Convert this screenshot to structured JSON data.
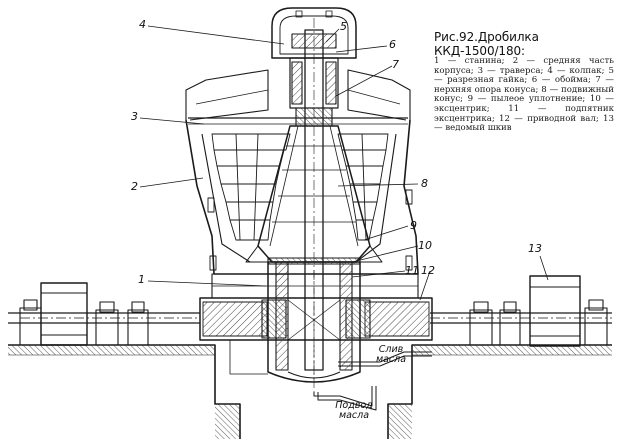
{
  "caption": {
    "title": "Рис.92.Дробилка ККД-1500/180:",
    "legend": "1 — станина; 2 — средняя часть корпуса; 3 — траверса; 4 — колпак; 5 — разрезная гайка; 6 — обойма; 7 — нерхняя опора конуса; 8 — подвижный конус; 9 — пылеое уплотнение; 10 — эксцентрик; 11 — подпятник эксцентрика; 12 — приводной вал; 13 — ведомый шкив"
  },
  "callouts": {
    "n1": "1",
    "n2": "2",
    "n3": "3",
    "n4": "4",
    "n5": "5",
    "n6": "6",
    "n7": "7",
    "n8": "8",
    "n9": "9",
    "n10": "10",
    "n11": "11",
    "n12": "12",
    "n13": "13"
  },
  "flow_notes": {
    "oil_drain": "Слив масла",
    "oil_supply": "Подвод масла"
  }
}
